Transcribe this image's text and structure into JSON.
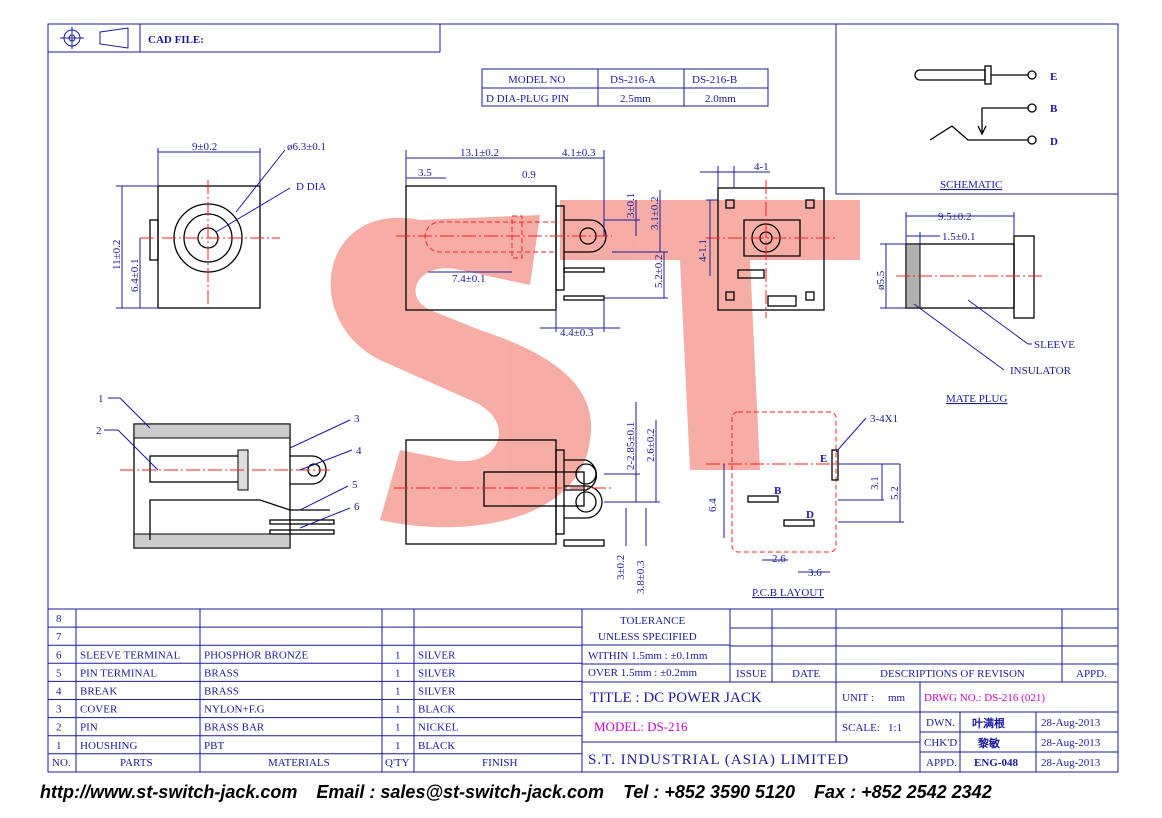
{
  "header": {
    "cad_file_label": "CAD FILE:"
  },
  "model_table": {
    "headers": [
      "MODEL NO",
      "DS-216-A",
      "DS-216-B"
    ],
    "row_label": "D DIA-PLUG PIN",
    "row_values": [
      "2.5mm",
      "2.0mm"
    ]
  },
  "schematic": {
    "title": "SCHEMATIC",
    "labels": [
      "E",
      "B",
      "D"
    ]
  },
  "mate_plug": {
    "title": "MATE PLUG",
    "sleeve": "SLEEVE",
    "insulator": "INSULATOR",
    "dim_len": "9.5±0.2",
    "dim_tip": "1.5±0.1",
    "dim_dia": "ø5.5"
  },
  "front_view": {
    "dim_width": "9±0.2",
    "dim_dia": "ø6.3±0.1",
    "d_dia": "D DIA",
    "dim_height": "11±0.2",
    "dim_center": "6.4±0.1"
  },
  "side_view": {
    "dim_total": "13.1±0.2",
    "dim_end": "4.1±0.3",
    "dim_35": "3.5",
    "dim_09": "0.9",
    "dim_74": "7.4±0.1",
    "dim_3": "3±0.1",
    "dim_31": "3.1±0.2",
    "dim_52": "5.2±0.2",
    "dim_44": "4.4±0.3"
  },
  "rear_view": {
    "dim_41": "4-1",
    "dim_411": "4-1.1"
  },
  "section_view": {
    "callouts": [
      "1",
      "2",
      "3",
      "4",
      "5",
      "6"
    ]
  },
  "bottom_view": {
    "dim_285": "2-2.85±0.1",
    "dim_26": "2.6±0.2",
    "dim_3": "3±0.2",
    "dim_38": "3.8±0.3"
  },
  "pcb_layout": {
    "title": "P.C.B LAYOUT",
    "holes": "3-4X1",
    "labels": [
      "E",
      "B",
      "D"
    ],
    "dim_64": "6.4",
    "dim_31": "3.1",
    "dim_52": "5.2",
    "dim_26": "2.6",
    "dim_36": "3.6"
  },
  "parts": {
    "header": {
      "no": "NO.",
      "parts": "PARTS",
      "materials": "MATERIALS",
      "qty": "Q'TY",
      "finish": "FINISH"
    },
    "rows": [
      {
        "no": "8",
        "part": "",
        "material": "",
        "qty": "",
        "finish": ""
      },
      {
        "no": "7",
        "part": "",
        "material": "",
        "qty": "",
        "finish": ""
      },
      {
        "no": "6",
        "part": "SLEEVE TERMINAL",
        "material": "PHOSPHOR BRONZE",
        "qty": "1",
        "finish": "SILVER"
      },
      {
        "no": "5",
        "part": "PIN TERMINAL",
        "material": "BRASS",
        "qty": "1",
        "finish": "SILVER"
      },
      {
        "no": "4",
        "part": "BREAK",
        "material": "BRASS",
        "qty": "1",
        "finish": "SILVER"
      },
      {
        "no": "3",
        "part": "COVER",
        "material": "NYLON+F.G",
        "qty": "1",
        "finish": "BLACK"
      },
      {
        "no": "2",
        "part": "PIN",
        "material": "BRASS BAR",
        "qty": "1",
        "finish": "NICKEL"
      },
      {
        "no": "1",
        "part": "HOUSHING",
        "material": "PBT",
        "qty": "1",
        "finish": "BLACK"
      }
    ]
  },
  "title_block": {
    "tolerance_1": "TOLERANCE",
    "tolerance_2": "UNLESS   SPECIFIED",
    "within": "WITHIN  1.5mm : ±0.1mm",
    "over": "OVER    1.5mm : ±0.2mm",
    "issue": "ISSUE",
    "date": "DATE",
    "descriptions": "DESCRIPTIONS OF REVISON",
    "appd": "APPD.",
    "title": "TITLE : DC POWER JACK",
    "unit_label": "UNIT :",
    "unit_value": "mm",
    "drwg_no": "DRWG NO.: DS-216 (021)",
    "model": "MODEL:  DS-216",
    "scale_label": "SCALE:",
    "scale_value": "1:1",
    "company": "S.T. INDUSTRIAL (ASIA) LIMITED",
    "dwn": "DWN.",
    "chkd": "CHK'D",
    "appd2": "APPD.",
    "dwn_name": "叶满根",
    "chkd_name": "黎敏",
    "appd_name": "ENG-048",
    "dwn_date": "28-Aug-2013",
    "chkd_date": "28-Aug-2013",
    "appd_date": "28-Aug-2013"
  },
  "footer": {
    "url": "http://www.st-switch-jack.com",
    "email": "Email : sales@st-switch-jack.com",
    "tel": "Tel : +852 3590 5120",
    "fax": "Fax : +852 2542 2342"
  },
  "watermark": {
    "text": "ST"
  }
}
